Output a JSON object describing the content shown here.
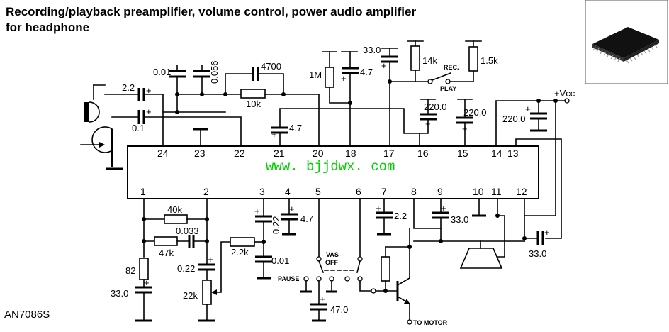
{
  "title": {
    "line1": "Recording/playback preamplifier, volume control, power audio amplifier",
    "line2": "for headphone"
  },
  "ic": {
    "part_number": "AN7086S",
    "watermark": "www. bjjdwx. com",
    "watermark_color": "#00d000",
    "top_pins": [
      "24",
      "23",
      "22",
      "21",
      "20",
      "18",
      "17",
      "16",
      "15",
      "14",
      "13"
    ],
    "bottom_pins": [
      "1",
      "2",
      "3",
      "4",
      "5",
      "6",
      "7",
      "8",
      "9",
      "10",
      "11",
      "12"
    ]
  },
  "components": {
    "c_mic": "2.2",
    "c_head": "0.1",
    "c_001": "0.01",
    "c_0056": "0.056",
    "c_4700": "4700",
    "r_10k": "10k",
    "r_1m": "1M",
    "c_47_18": "4.7",
    "c_47_21": "4.7",
    "c_33_17": "33.0",
    "r_14k": "14k",
    "r_15k": "1.5k",
    "c_220_16": "220.0",
    "c_220_15": "220.0",
    "c_220_vcc": "220.0",
    "vcc": "+Vcc",
    "rec": "REC.",
    "play": "PLAY",
    "r_40k": "40k",
    "c_0033": "0.033",
    "r_47k": "47k",
    "r_82": "82",
    "c_33_1": "33.0",
    "c_022_2": "0.22",
    "r_22k": "22k",
    "r_2_2k": "2.2k",
    "c_022_3": "0.22",
    "c_001_3": "0.01",
    "c_47_4": "4.7",
    "vas": "VAS",
    "off": "OFF",
    "pause": "PAUSE",
    "c_47_5": "47.0",
    "c_22_7": "2.2",
    "c_33_9": "33.0",
    "c_33_out": "33.0",
    "to_motor": "TO MOTOR"
  }
}
